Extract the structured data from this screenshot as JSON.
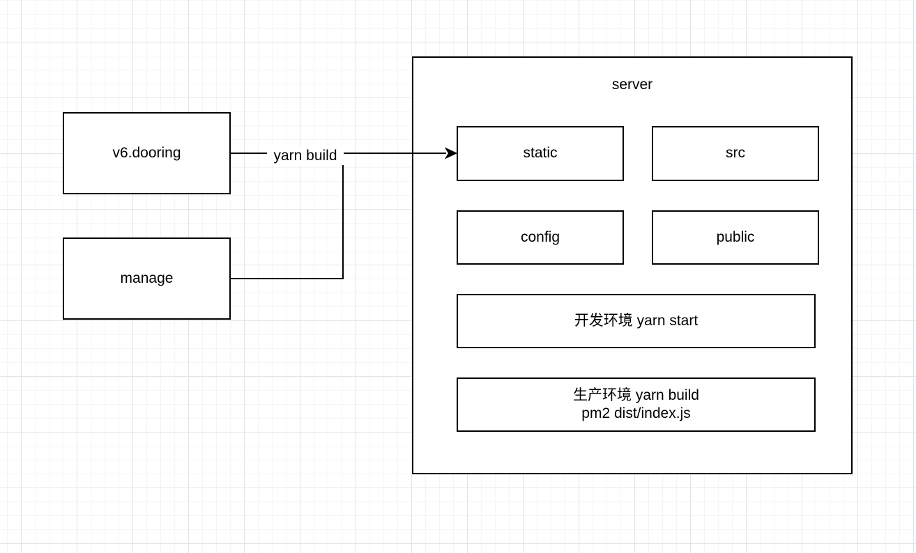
{
  "diagram": {
    "nodes": {
      "v6_dooring": {
        "label": "v6.dooring"
      },
      "manage": {
        "label": "manage"
      },
      "server": {
        "label": "server"
      },
      "static": {
        "label": "static"
      },
      "src": {
        "label": "src"
      },
      "config": {
        "label": "config"
      },
      "public": {
        "label": "public"
      },
      "dev_env": {
        "label": "开发环境 yarn start"
      },
      "prod_env": {
        "line1": "生产环境 yarn build",
        "line2": "pm2 dist/index.js"
      }
    },
    "edges": {
      "build_flow": {
        "label": "yarn build"
      }
    },
    "colors": {
      "stroke": "#000000",
      "node_fill": "#ffffff",
      "canvas": "#ffffff",
      "grid_minor": "#f5f5f7",
      "grid_major": "#e4e4e6"
    }
  }
}
